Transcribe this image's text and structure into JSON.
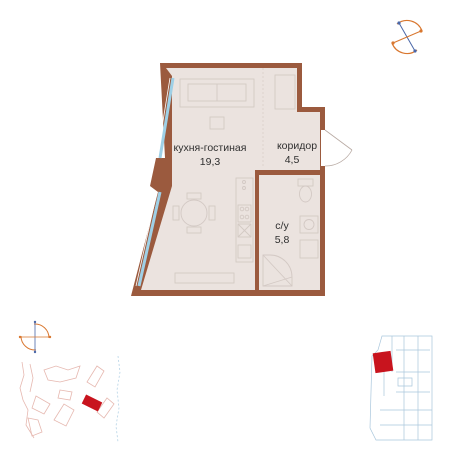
{
  "plan": {
    "rooms": [
      {
        "name": "кухня-гостиная",
        "area": "19,3"
      },
      {
        "name": "коридор",
        "area": "4,5"
      },
      {
        "name": "с/у",
        "area": "5,8"
      }
    ]
  },
  "colors": {
    "wall": "#9b5a3e",
    "floor": "#ebe3df",
    "furniture_line": "#d3c9c4",
    "window": "#9fd0e6",
    "accent_compass": "#d9772f",
    "compass_blue": "#4a67a8",
    "highlight": "#c8141e",
    "site_lines": "#a9c6dc"
  },
  "icons": {
    "compass_main": "compass-rose-icon",
    "compass_mini": "compass-rose-icon",
    "site_plan": "site-plan-map",
    "floor_key": "floor-key-plan"
  }
}
